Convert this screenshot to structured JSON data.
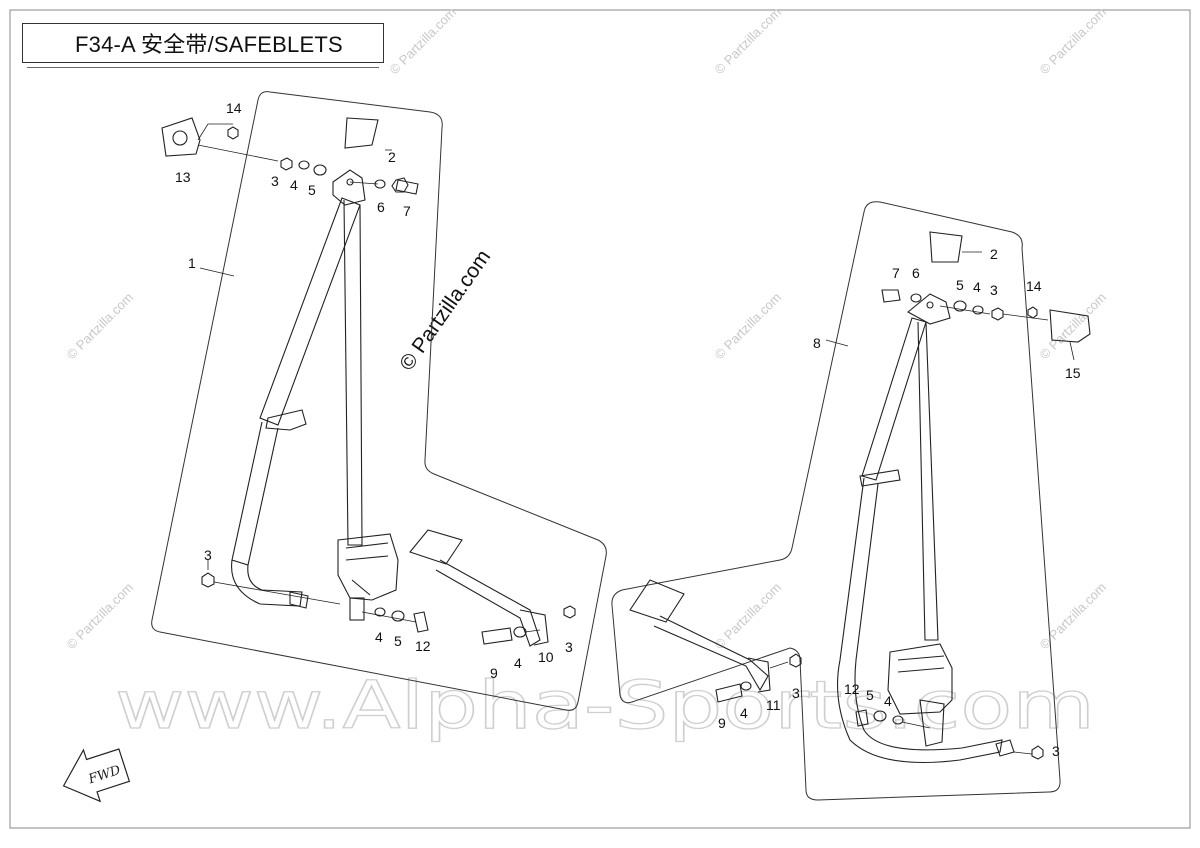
{
  "title": "F34-A 安全带/SAFEBLETS",
  "watermark_small": "© Partzilla.com",
  "watermark_center": "© Partzilla.com",
  "watermark_large": "www.Alpha-Sports.com",
  "fwd_label": "FWD",
  "callouts_left": [
    "14",
    "13",
    "2",
    "3",
    "4",
    "5",
    "6",
    "7",
    "1",
    "3",
    "4",
    "5",
    "12",
    "9",
    "4",
    "10",
    "3"
  ],
  "callouts_right": [
    "2",
    "7",
    "6",
    "5",
    "4",
    "3",
    "14",
    "15",
    "8",
    "3",
    "9",
    "4",
    "11",
    "12",
    "5",
    "4",
    "3"
  ]
}
